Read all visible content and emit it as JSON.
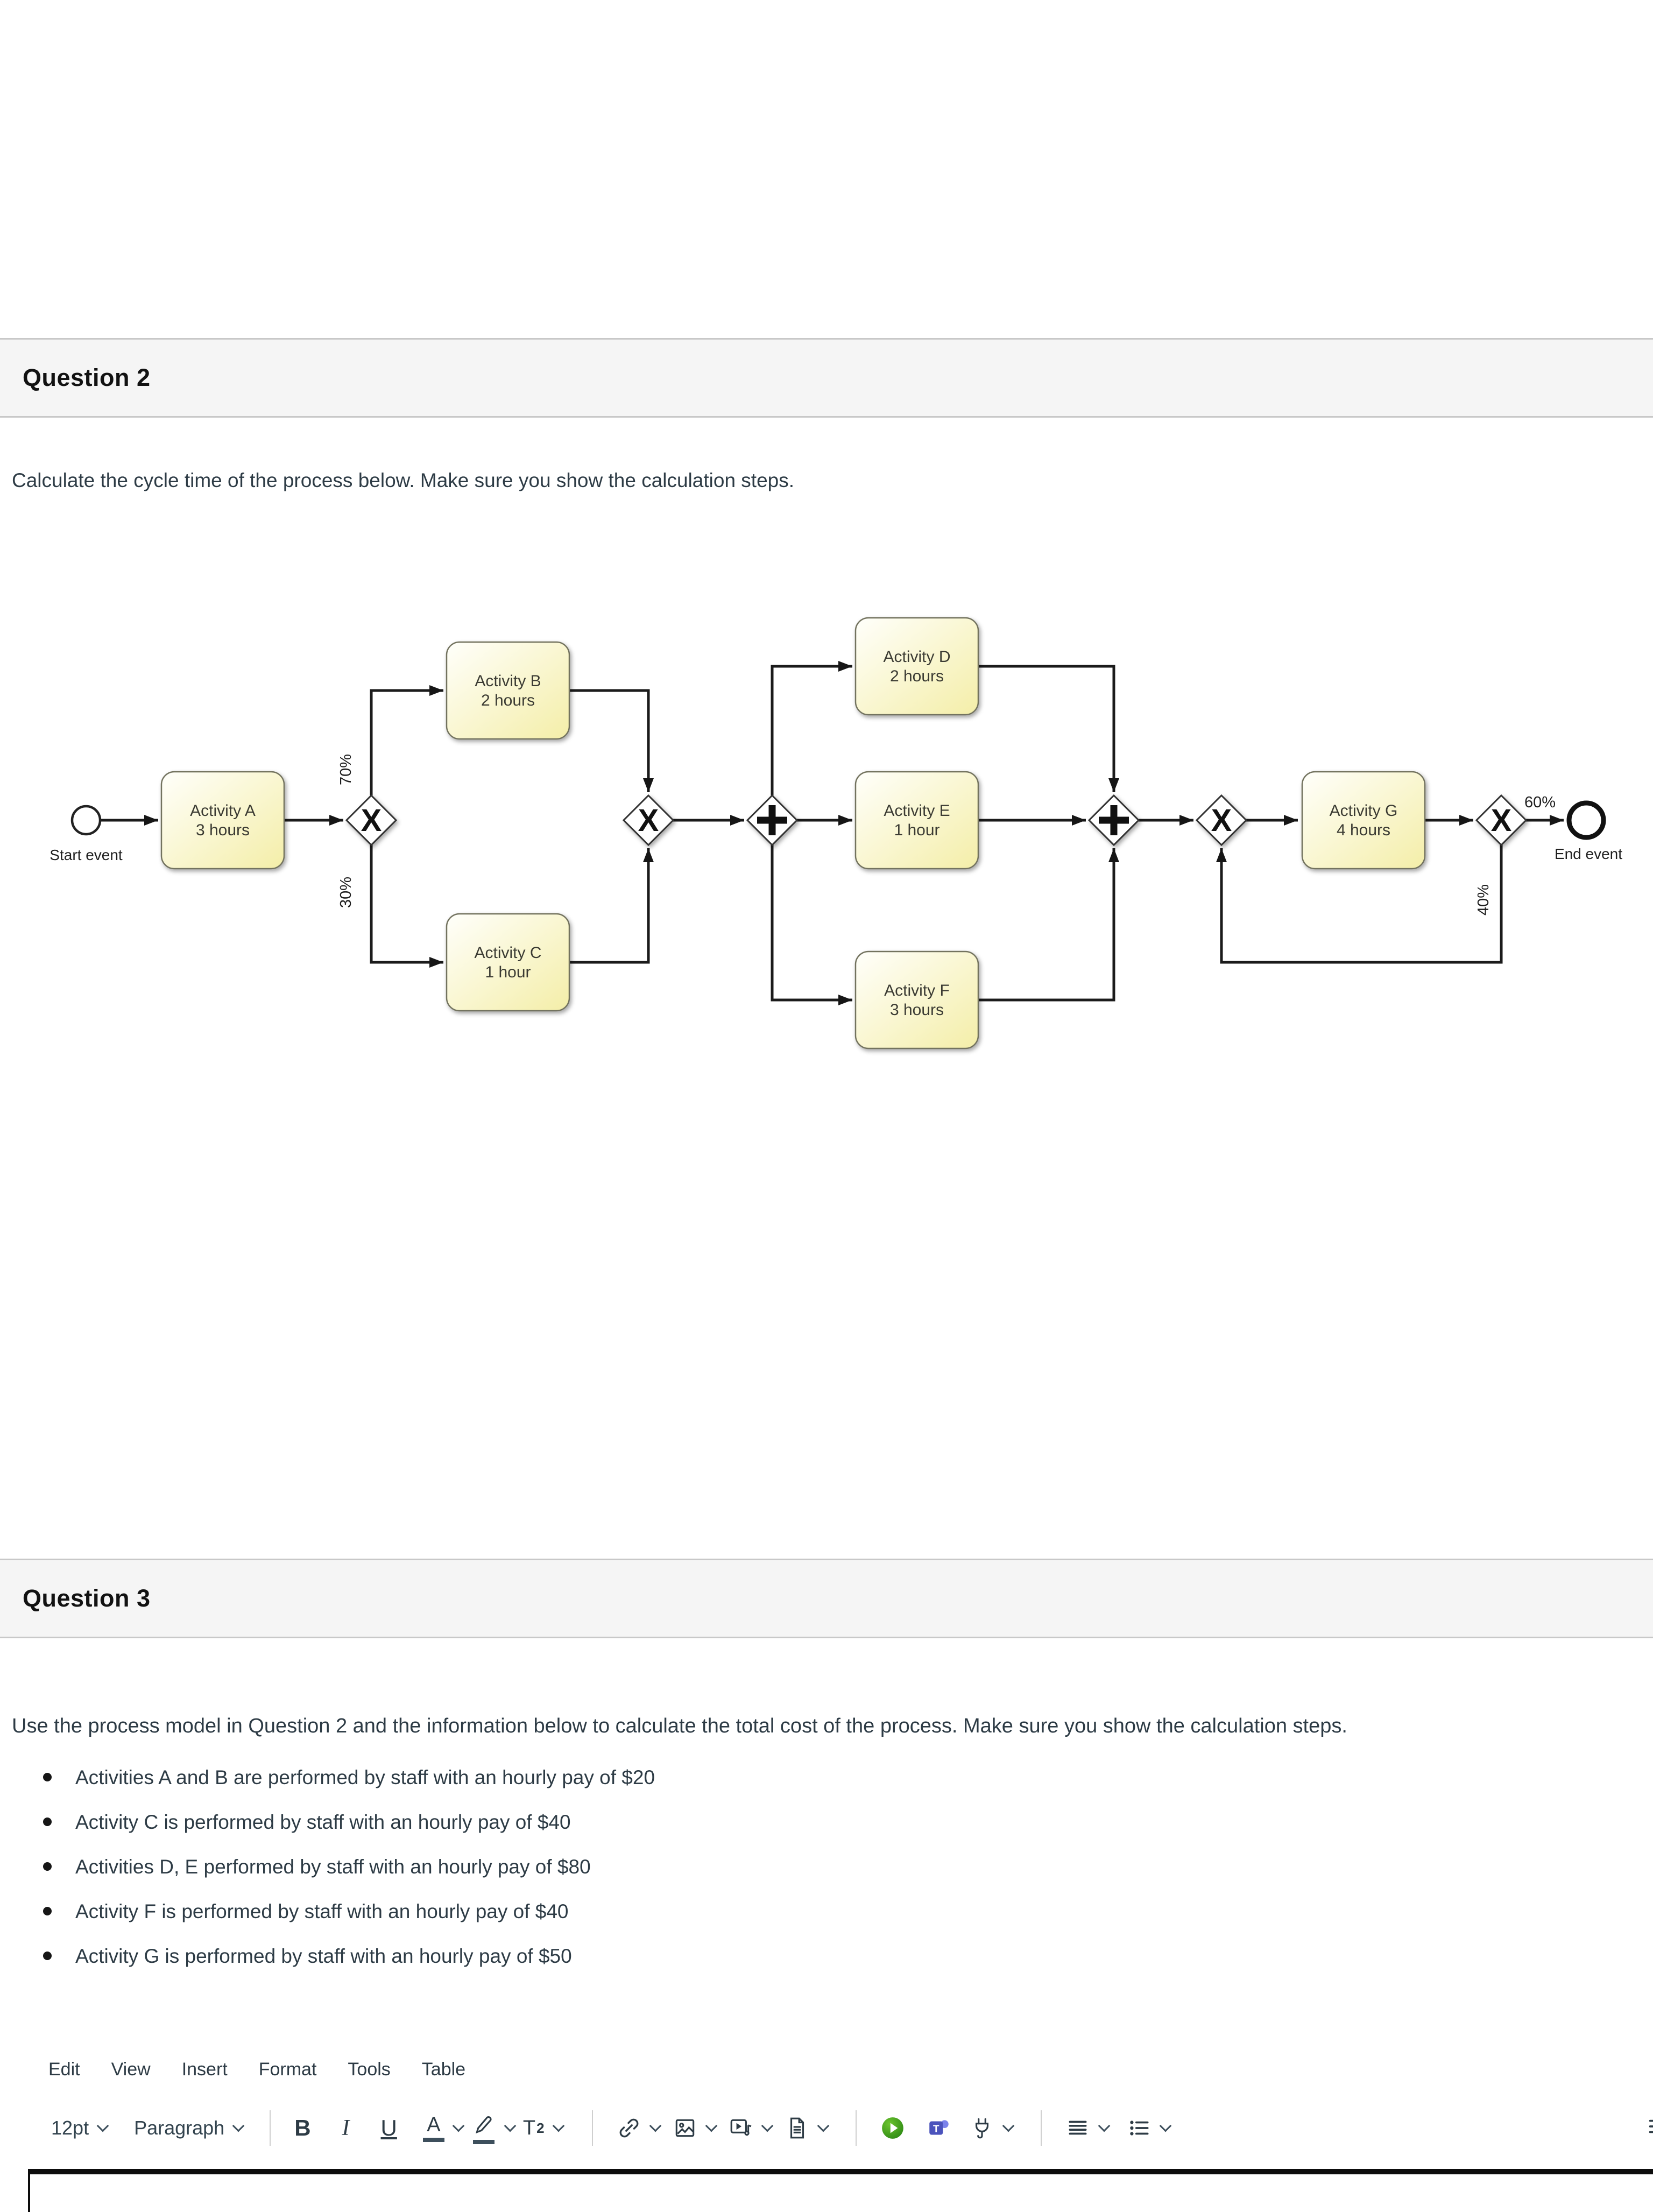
{
  "question2": {
    "title": "Question 2",
    "prompt": "Calculate the cycle time of the process below. Make sure you show the calculation steps."
  },
  "diagram": {
    "start_label": "Start event",
    "end_label": "End event",
    "xor_glyph": "X",
    "percents": {
      "to_b": "70%",
      "to_c": "30%",
      "to_end": "60%",
      "loop_back": "40%"
    },
    "activities": [
      {
        "name": "Activity A",
        "duration": "3 hours"
      },
      {
        "name": "Activity B",
        "duration": "2 hours"
      },
      {
        "name": "Activity C",
        "duration": "1 hour"
      },
      {
        "name": "Activity D",
        "duration": "2 hours"
      },
      {
        "name": "Activity E",
        "duration": "1 hour"
      },
      {
        "name": "Activity F",
        "duration": "3 hours"
      },
      {
        "name": "Activity G",
        "duration": "4 hours"
      }
    ],
    "gateways": [
      "exclusive-split",
      "exclusive-merge",
      "parallel-split",
      "parallel-join",
      "exclusive-loop-merge",
      "exclusive-loop-split"
    ]
  },
  "question3": {
    "title": "Question 3",
    "prompt": "Use the process model in Question 2 and the information below to calculate the total cost of the process. Make sure you show the calculation steps.",
    "bullets": [
      "Activities A and B are performed by staff with an hourly pay of $20",
      "Activity C is performed by staff with an hourly pay of $40",
      "Activities D, E performed by staff with an hourly pay of $80",
      "Activity F is performed by staff with an hourly pay of $40",
      "Activity G is performed by staff with an hourly pay of $50"
    ]
  },
  "editor": {
    "menus": [
      "Edit",
      "View",
      "Insert",
      "Format",
      "Tools",
      "Table"
    ],
    "font_size": "12pt",
    "paragraph_format": "Paragraph",
    "buttons": {
      "bold": "B",
      "italic": "I",
      "underline": "U",
      "text_color": "A",
      "superscript_t": "T",
      "superscript_exp": "2"
    },
    "icons": [
      "link-icon",
      "image-icon",
      "media-icon",
      "document-icon",
      "studio-icon",
      "teams-icon",
      "plug-icon",
      "line-spacing-icon",
      "bullet-list-icon",
      "numbered-list-icon"
    ],
    "accent_colors": {
      "toolbar_icon": "#2d3b45",
      "studio_green": "#2d8a12",
      "teams_purple": "#4b53bc"
    }
  }
}
